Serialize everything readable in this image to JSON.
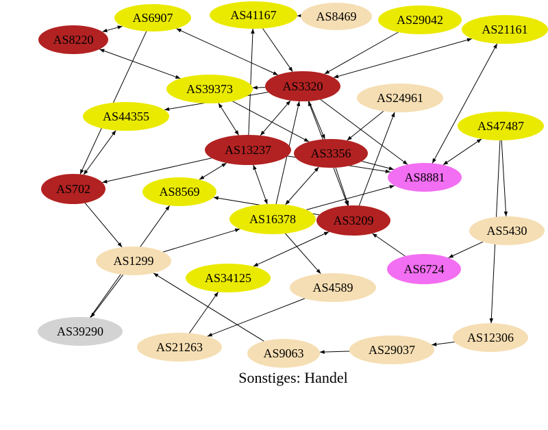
{
  "caption": "Sonstiges: Handel",
  "colors": {
    "red": "#b22222",
    "yellow": "#eaea00",
    "tan": "#f5deb3",
    "pink": "#f26ef2",
    "gray": "#d3d3d3",
    "edge": "#000000"
  },
  "nodes": [
    {
      "id": "AS6907",
      "label": "AS6907",
      "color": "yellow"
    },
    {
      "id": "AS41167",
      "label": "AS41167",
      "color": "yellow"
    },
    {
      "id": "AS8469",
      "label": "AS8469",
      "color": "tan"
    },
    {
      "id": "AS29042",
      "label": "AS29042",
      "color": "yellow"
    },
    {
      "id": "AS21161",
      "label": "AS21161",
      "color": "yellow"
    },
    {
      "id": "AS8220",
      "label": "AS8220",
      "color": "red"
    },
    {
      "id": "AS39373",
      "label": "AS39373",
      "color": "yellow"
    },
    {
      "id": "AS3320",
      "label": "AS3320",
      "color": "red"
    },
    {
      "id": "AS24961",
      "label": "AS24961",
      "color": "tan"
    },
    {
      "id": "AS44355",
      "label": "AS44355",
      "color": "yellow"
    },
    {
      "id": "AS47487",
      "label": "AS47487",
      "color": "yellow"
    },
    {
      "id": "AS13237",
      "label": "AS13237",
      "color": "red"
    },
    {
      "id": "AS3356",
      "label": "AS3356",
      "color": "red"
    },
    {
      "id": "AS8881",
      "label": "AS8881",
      "color": "pink"
    },
    {
      "id": "AS702",
      "label": "AS702",
      "color": "red"
    },
    {
      "id": "AS8569",
      "label": "AS8569",
      "color": "yellow"
    },
    {
      "id": "AS16378",
      "label": "AS16378",
      "color": "yellow"
    },
    {
      "id": "AS3209",
      "label": "AS3209",
      "color": "red"
    },
    {
      "id": "AS5430",
      "label": "AS5430",
      "color": "tan"
    },
    {
      "id": "AS1299",
      "label": "AS1299",
      "color": "tan"
    },
    {
      "id": "AS6724",
      "label": "AS6724",
      "color": "pink"
    },
    {
      "id": "AS34125",
      "label": "AS34125",
      "color": "yellow"
    },
    {
      "id": "AS4589",
      "label": "AS4589",
      "color": "tan"
    },
    {
      "id": "AS39290",
      "label": "AS39290",
      "color": "gray"
    },
    {
      "id": "AS12306",
      "label": "AS12306",
      "color": "tan"
    },
    {
      "id": "AS21263",
      "label": "AS21263",
      "color": "tan"
    },
    {
      "id": "AS29037",
      "label": "AS29037",
      "color": "tan"
    },
    {
      "id": "AS9063",
      "label": "AS9063",
      "color": "tan"
    }
  ],
  "edges": [
    {
      "from": "AS8220",
      "to": "AS6907",
      "dir": "both"
    },
    {
      "from": "AS6907",
      "to": "AS702",
      "dir": "forward"
    },
    {
      "from": "AS8469",
      "to": "AS41167",
      "dir": "forward"
    },
    {
      "from": "AS41167",
      "to": "AS3320",
      "dir": "forward"
    },
    {
      "from": "AS29042",
      "to": "AS3320",
      "dir": "forward"
    },
    {
      "from": "AS21161",
      "to": "AS3320",
      "dir": "both"
    },
    {
      "from": "AS21161",
      "to": "AS8881",
      "dir": "both"
    },
    {
      "from": "AS6907",
      "to": "AS3320",
      "dir": "both"
    },
    {
      "from": "AS8220",
      "to": "AS39373",
      "dir": "both"
    },
    {
      "from": "AS3320",
      "to": "AS39373",
      "dir": "forward"
    },
    {
      "from": "AS3320",
      "to": "AS44355",
      "dir": "forward"
    },
    {
      "from": "AS44355",
      "to": "AS702",
      "dir": "both"
    },
    {
      "from": "AS39373",
      "to": "AS13237",
      "dir": "both"
    },
    {
      "from": "AS39373",
      "to": "AS3356",
      "dir": "forward"
    },
    {
      "from": "AS3320",
      "to": "AS13237",
      "dir": "both"
    },
    {
      "from": "AS3320",
      "to": "AS3356",
      "dir": "forward"
    },
    {
      "from": "AS3320",
      "to": "AS8881",
      "dir": "forward"
    },
    {
      "from": "AS13237",
      "to": "AS41167",
      "dir": "forward"
    },
    {
      "from": "AS24961",
      "to": "AS3356",
      "dir": "forward"
    },
    {
      "from": "AS13237",
      "to": "AS702",
      "dir": "forward"
    },
    {
      "from": "AS13237",
      "to": "AS8881",
      "dir": "forward"
    },
    {
      "from": "AS3356",
      "to": "AS8881",
      "dir": "forward"
    },
    {
      "from": "AS47487",
      "to": "AS8881",
      "dir": "both"
    },
    {
      "from": "AS47487",
      "to": "AS5430",
      "dir": "forward"
    },
    {
      "from": "AS47487",
      "to": "AS12306",
      "dir": "forward"
    },
    {
      "from": "AS13237",
      "to": "AS8569",
      "dir": "both"
    },
    {
      "from": "AS13237",
      "to": "AS16378",
      "dir": "both"
    },
    {
      "from": "AS16378",
      "to": "AS3320",
      "dir": "forward"
    },
    {
      "from": "AS16378",
      "to": "AS3356",
      "dir": "both"
    },
    {
      "from": "AS16378",
      "to": "AS8881",
      "dir": "forward"
    },
    {
      "from": "AS3209",
      "to": "AS3320",
      "dir": "both"
    },
    {
      "from": "AS3356",
      "to": "AS3209",
      "dir": "forward"
    },
    {
      "from": "AS3209",
      "to": "AS24961",
      "dir": "forward"
    },
    {
      "from": "AS3209",
      "to": "AS8569",
      "dir": "forward"
    },
    {
      "from": "AS6724",
      "to": "AS3209",
      "dir": "forward"
    },
    {
      "from": "AS5430",
      "to": "AS6724",
      "dir": "forward"
    },
    {
      "from": "AS702",
      "to": "AS1299",
      "dir": "forward"
    },
    {
      "from": "AS1299",
      "to": "AS16378",
      "dir": "forward"
    },
    {
      "from": "AS1299",
      "to": "AS39290",
      "dir": "forward"
    },
    {
      "from": "AS39290",
      "to": "AS8569",
      "dir": "forward"
    },
    {
      "from": "AS16378",
      "to": "AS4589",
      "dir": "forward"
    },
    {
      "from": "AS34125",
      "to": "AS3209",
      "dir": "both"
    },
    {
      "from": "AS21263",
      "to": "AS34125",
      "dir": "forward"
    },
    {
      "from": "AS4589",
      "to": "AS21263",
      "dir": "forward"
    },
    {
      "from": "AS9063",
      "to": "AS1299",
      "dir": "forward"
    },
    {
      "from": "AS29037",
      "to": "AS9063",
      "dir": "forward"
    },
    {
      "from": "AS12306",
      "to": "AS29037",
      "dir": "forward"
    }
  ]
}
